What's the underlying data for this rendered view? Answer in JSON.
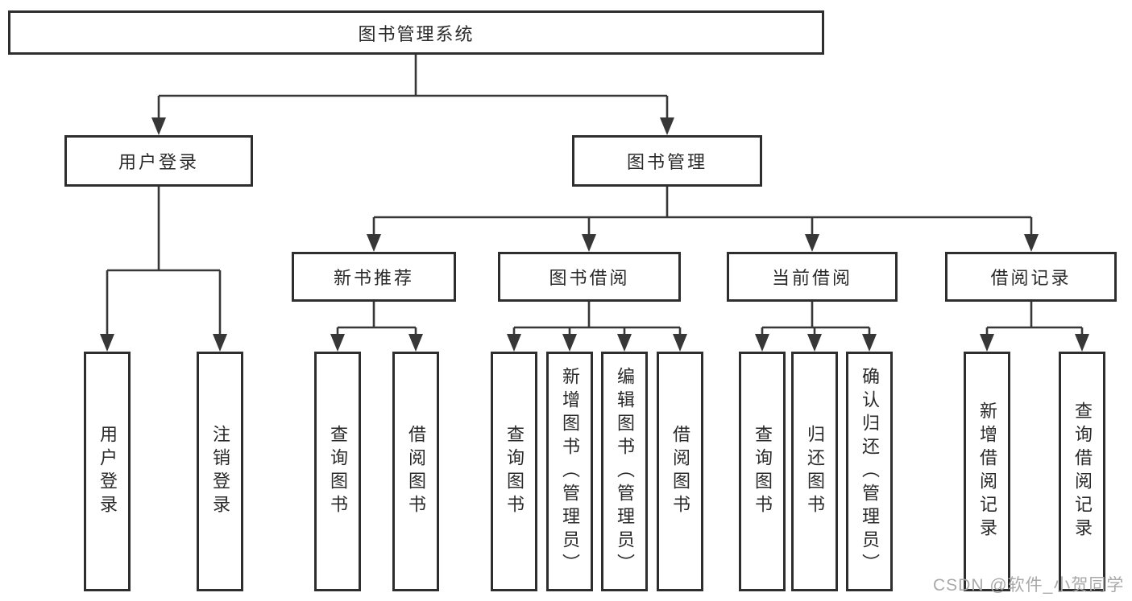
{
  "diagram": {
    "title": "图书管理系统",
    "branches": [
      {
        "label": "用户登录",
        "children": [
          {
            "label": "用户登录"
          },
          {
            "label": "注销登录"
          }
        ]
      },
      {
        "label": "图书管理",
        "children": [
          {
            "label": "新书推荐",
            "children": [
              {
                "label": "查询图书"
              },
              {
                "label": "借阅图书"
              }
            ]
          },
          {
            "label": "图书借阅",
            "children": [
              {
                "label": "查询图书"
              },
              {
                "label": "新增图书（管理员）"
              },
              {
                "label": "编辑图书（管理员）"
              },
              {
                "label": "借阅图书"
              }
            ]
          },
          {
            "label": "当前借阅",
            "children": [
              {
                "label": "查询图书"
              },
              {
                "label": "归还图书"
              },
              {
                "label": "确认归还（管理员）"
              }
            ]
          },
          {
            "label": "借阅记录",
            "children": [
              {
                "label": "新增借阅记录"
              },
              {
                "label": "查询借阅记录"
              }
            ]
          }
        ]
      }
    ]
  },
  "watermark": "CSDN @软件_小贺同学",
  "colors": {
    "line": "#373737",
    "box_border": "#2e2e2e",
    "text": "#2a2a2a",
    "watermark": "#a9a9a9",
    "background": "#ffffff"
  }
}
